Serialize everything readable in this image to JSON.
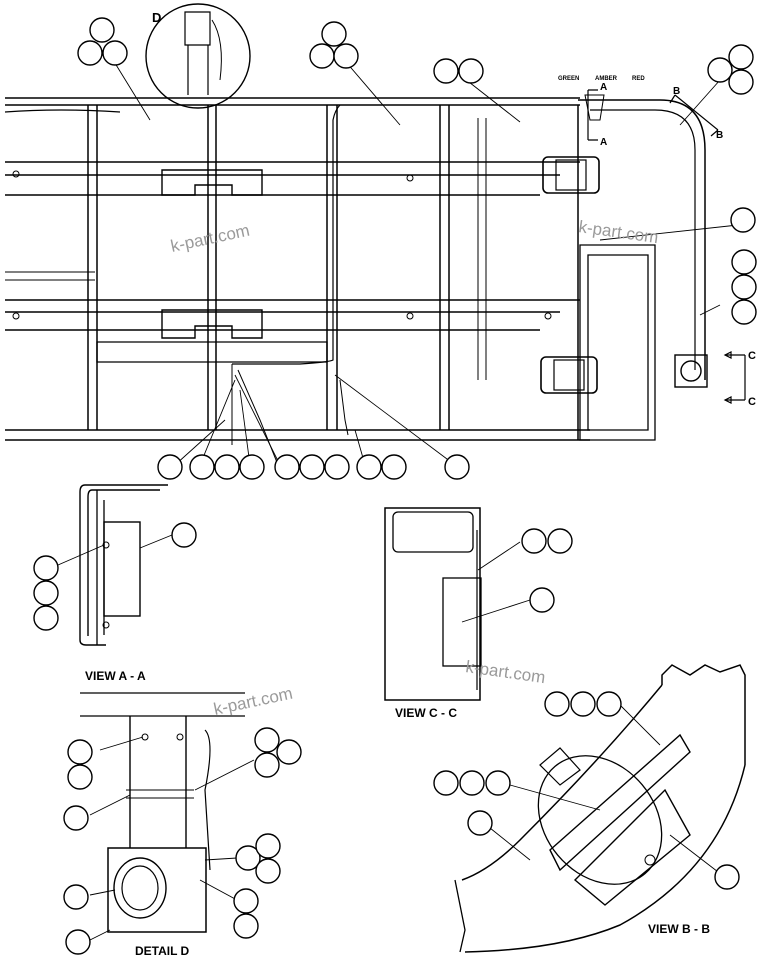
{
  "labels": {
    "detail_d_marker": "D",
    "section_a_top": "A",
    "section_a_bottom": "A",
    "section_b_top": "B",
    "section_b_bottom": "B",
    "section_c_top": "C",
    "section_c_bottom": "C",
    "wire_green": "GREEN",
    "wire_amber": "AMBER",
    "wire_red": "RED",
    "view_aa": "VIEW A - A",
    "view_cc": "VIEW C - C",
    "view_bb": "VIEW  B - B",
    "detail_d": "DETAIL D"
  },
  "watermark": "k-part.com",
  "icons": {
    "callout": "callout-circle-icon",
    "lamp": "lamp-icon",
    "arrow": "section-arrow-icon"
  }
}
